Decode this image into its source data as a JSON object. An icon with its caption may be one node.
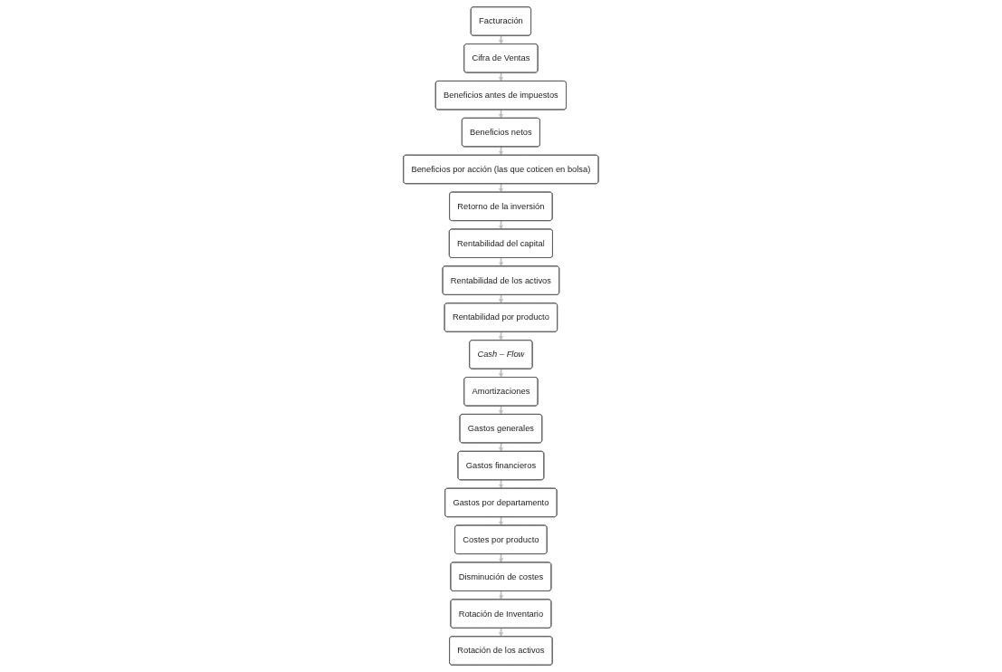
{
  "diagram": {
    "nodes": [
      {
        "text": [
          "Facturación"
        ]
      },
      {
        "text": [
          "Cifra de Ventas"
        ]
      },
      {
        "text": [
          "Beneficios antes de impuestos"
        ]
      },
      {
        "text": [
          "Beneficios netos"
        ]
      },
      {
        "text": [
          "Beneficios por acción (las que coticen en bolsa)"
        ]
      },
      {
        "text": [
          "Retorno de la inversión"
        ]
      },
      {
        "text": [
          "Rentabilidad del capital"
        ]
      },
      {
        "text": [
          "Rentabilidad de los activos"
        ]
      },
      {
        "text": [
          "Rentabilidad por producto"
        ]
      },
      {
        "text": [
          "Cash – Flow"
        ]
      },
      {
        "text": [
          "Amortizaciones"
        ]
      },
      {
        "text": [
          "Gastos generales"
        ]
      },
      {
        "text": [
          "Gastos financieros"
        ]
      },
      {
        "text": [
          "Gastos por departamento"
        ]
      },
      {
        "text": [
          "Costes por producto"
        ]
      },
      {
        "text": [
          "Disminución de costes"
        ]
      },
      {
        "text": [
          "Rotación de Inventario"
        ]
      },
      {
        "text": [
          "Rotación de los activos"
        ]
      }
    ],
    "edges": [
      {
        "from": 0,
        "to": 1,
        "arrow": "to"
      },
      {
        "from": 1,
        "to": 2,
        "arrow": "to"
      },
      {
        "from": 2,
        "to": 3,
        "arrow": "to"
      },
      {
        "from": 3,
        "to": 4,
        "arrow": "to"
      },
      {
        "from": 4,
        "to": 5,
        "arrow": "to"
      },
      {
        "from": 5,
        "to": 6,
        "arrow": "to"
      },
      {
        "from": 6,
        "to": 7,
        "arrow": "to"
      },
      {
        "from": 7,
        "to": 8,
        "arrow": "to"
      },
      {
        "from": 8,
        "to": 9,
        "arrow": "to"
      },
      {
        "from": 9,
        "to": 10,
        "arrow": "to"
      },
      {
        "from": 10,
        "to": 11,
        "arrow": "to"
      },
      {
        "from": 11,
        "to": 12,
        "arrow": "to"
      },
      {
        "from": 12,
        "to": 13,
        "arrow": "to"
      },
      {
        "from": 13,
        "to": 14,
        "arrow": "to"
      },
      {
        "from": 14,
        "to": 15,
        "arrow": "to"
      },
      {
        "from": 15,
        "to": 16,
        "arrow": "to"
      },
      {
        "from": 16,
        "to": 17,
        "arrow": "to"
      }
    ]
  }
}
